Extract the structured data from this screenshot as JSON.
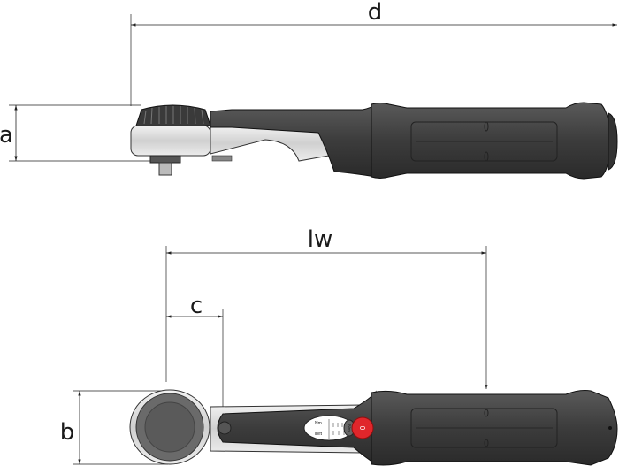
{
  "dimensions": {
    "d": "d",
    "a": "a",
    "lw": "lw",
    "c": "c",
    "b": "b"
  },
  "scale": {
    "unit_1": "Nm",
    "unit_2": "lb/ft",
    "window_unit": "Nm",
    "lock_button": "0"
  },
  "colors": {
    "grip": "#4a4a4a",
    "grip_dark": "#2f2f2f",
    "metal": "#d9d9d9",
    "lock_button": "#e0262b",
    "dimension_line": "#222222"
  }
}
